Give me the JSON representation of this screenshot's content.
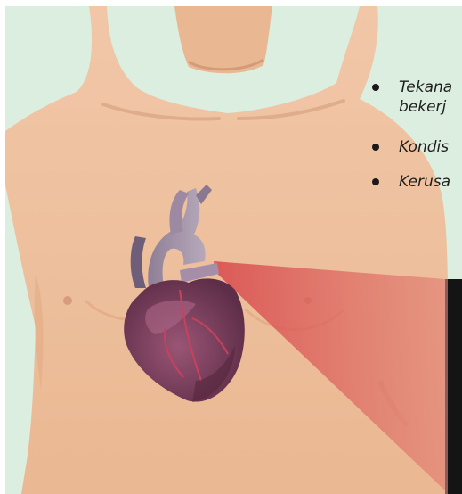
{
  "illustration": {
    "background_color": "#dbeee0",
    "skin_color": "#f0c3a2",
    "heart_color": "#7d4260",
    "highlight_color": "#d8474a",
    "inset_color": "#141414"
  },
  "bullets": [
    {
      "line1": "Tekana",
      "line2": "bekerj"
    },
    {
      "line1": "Kondis",
      "line2": ""
    },
    {
      "line1": "Kerusa",
      "line2": ""
    }
  ]
}
